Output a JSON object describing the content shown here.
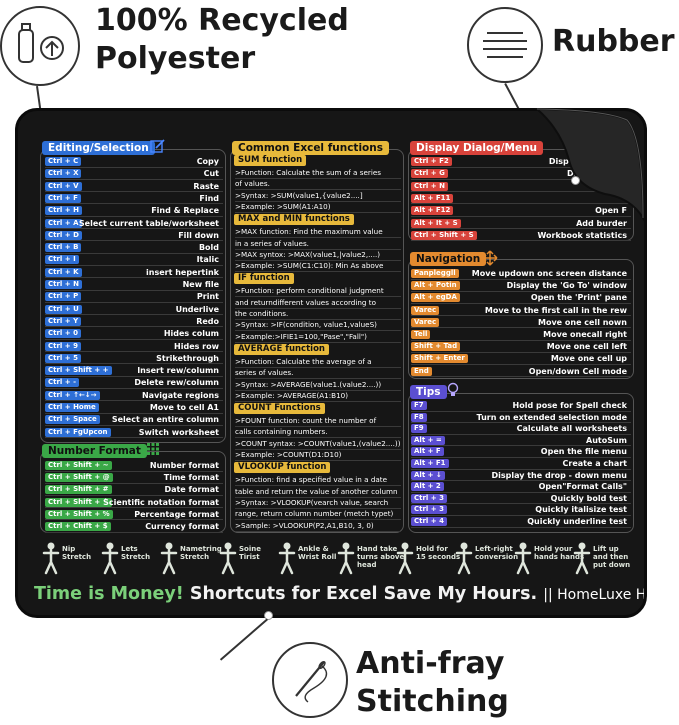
{
  "callouts": {
    "recycled": "100% Recycled\nPolyester",
    "rubber": "Rubber",
    "stitch": "Anti-fray\nStitching"
  },
  "editing": {
    "title": "Editing/Selection",
    "rows": [
      [
        "Ctrl + C",
        "Copy"
      ],
      [
        "Ctrl + X",
        "Cut"
      ],
      [
        "Ctrl + V",
        "Raste"
      ],
      [
        "Ctrl + F",
        "Find"
      ],
      [
        "Ctrl + H",
        "Find & Replace"
      ],
      [
        "Ctrl + A",
        "Select current table/worksheet"
      ],
      [
        "Ctrl + D",
        "Fill down"
      ],
      [
        "Ctrl + B",
        "Bold"
      ],
      [
        "Ctrl + I",
        "Italic"
      ],
      [
        "Ctrl + K",
        "insert hepertink"
      ],
      [
        "Ctrl + N",
        "New file"
      ],
      [
        "Ctrl + P",
        "Print"
      ],
      [
        "Ctrl + U",
        "Underlive"
      ],
      [
        "Ctrl + Y",
        "Redo"
      ],
      [
        "Ctrl + 0",
        "Hides colum"
      ],
      [
        "Ctrl + 9",
        "Hides row"
      ],
      [
        "Ctrl + 5",
        "Strikethrough"
      ],
      [
        "Ctrl + Shift + +",
        "Insert rew/column"
      ],
      [
        "Ctrl + -",
        "Delete rew/column"
      ],
      [
        "Ctrl + ↑←↓→",
        "Navigate regions"
      ],
      [
        "Ctrl + Home",
        "Move to cell A1"
      ],
      [
        "Ctrl + Space",
        "Select an entire column"
      ],
      [
        "Ctrl + FgUpcon",
        "Switch worksheet"
      ]
    ]
  },
  "number": {
    "title": "Number Format",
    "rows": [
      [
        "Ctrl + Shift + ~",
        "Number format"
      ],
      [
        "Ctrl + Shift + @",
        "Time format"
      ],
      [
        "Ctrl + Shift + #",
        "Date format"
      ],
      [
        "Ctrl + Shift + ^",
        "Scientific notation format"
      ],
      [
        "Ctrl + Shift + %",
        "Percentage format"
      ],
      [
        "Ctrl + Chift + $",
        "Currency format"
      ]
    ]
  },
  "common": {
    "title": "Common Excel functions",
    "sections": [
      {
        "t": "SUM function",
        "l": [
          ">Function: Calculate the sum of a series",
          "of values.",
          ">Syntax: >SUM(value1,{value2....]",
          ">Example: >SUM(A1:A10)"
        ]
      },
      {
        "t": "MAX and MIN functions",
        "l": [
          ">MAX function: Find the maximum value",
          "in a series of values.",
          ">MAX syntox: >MAX(value1,|value2,....)",
          ">Example: >SUM(C1:C10): Min As above"
        ]
      },
      {
        "t": "IF function",
        "l": [
          ">Function: perform conditional judgment",
          "and returndifferent values according to",
          "the conditions.",
          ">Syntax: >IF(condition, value1,valueS)",
          ">Example:>IFIE1=100,\"Pase\",\"Fall\")"
        ]
      },
      {
        "t": "AVERAGE function",
        "l": [
          ">Function: Calculate the average of a",
          "series of values.",
          ">Syntax: >AVERAGE(value1.(value2....))",
          ">Example: >AVERAGE(A1:B10)"
        ]
      },
      {
        "t": "COUNT Functions",
        "l": [
          ">FOUNT function: count the number of",
          "calls containing numbers.",
          ">COUNT syntax: >COUNT(value1,(value2....))",
          ">Example: >COUNT(D1:D10)"
        ]
      },
      {
        "t": "VLOOKUP function",
        "l": [
          ">Function: find a specified value in a date",
          "table and return the value of another column",
          ">Syntax: >VLOOKUP(vearch value, search",
          "range, return column number (metch typet)",
          ">Sample: >VLOOKUP(P2,A1,B10, 3, 0)"
        ]
      }
    ]
  },
  "display": {
    "title": "Display Dialog/Menu",
    "rows": [
      [
        "Ctrl + F2",
        "Display extended"
      ],
      [
        "Ctrl + G",
        "Display quick"
      ],
      [
        "Ctrl + N",
        ""
      ],
      [
        "Alt + F11",
        ""
      ],
      [
        "Alt + F12",
        "Open F"
      ],
      [
        "Alt + It + S",
        "Add burder"
      ],
      [
        "Ctrl + Shift + S",
        "Workbook statistics"
      ]
    ]
  },
  "navigation": {
    "title": "Navigation",
    "rows": [
      [
        "Panpleggll",
        "Move updown onc screen distance"
      ],
      [
        "Alt + Potin",
        "Display the 'Go To' window"
      ],
      [
        "Alt + egDA",
        "Open the 'Print' pane"
      ],
      [
        "Varec",
        "Move to the first call in the rew"
      ],
      [
        "Varec",
        "Move one cell nown"
      ],
      [
        "Tell",
        "Move onecall right"
      ],
      [
        "Shift + Tad",
        "Move one cell left"
      ],
      [
        "Shift + Enter",
        "Move one cell up"
      ],
      [
        "End",
        "Open/down Cell mode"
      ]
    ]
  },
  "tips": {
    "title": "Tips",
    "rows": [
      [
        "F7",
        "Hold pose for Spell check"
      ],
      [
        "F8",
        "Turn on extended selection mode"
      ],
      [
        "F9",
        "Calculate all worksheets"
      ],
      [
        "Alt + =",
        "AutoSum"
      ],
      [
        "Alt + F",
        "Open the file menu"
      ],
      [
        "Alt + F1",
        "Create a chart"
      ],
      [
        "Alt + ↓",
        "Display the drop - down menu"
      ],
      [
        "Alt + 2",
        "Open\"Format Calls\""
      ],
      [
        "Ctrl + 3",
        "Quickly bold test"
      ],
      [
        "Ctrl + 3",
        "Quickly italisize test"
      ],
      [
        "Ctrl + 4",
        "Quickly underline test"
      ]
    ]
  },
  "stretches": [
    "Nip\nStretch",
    "Lets\nStretch",
    "Nametring\nStretch",
    "Soine\nTirist",
    "Ankle &\nWrist Roll",
    "Hand take\nturns above\nhead",
    "Hold for\n15 seconds",
    "Left-right\nconversion",
    "Hold your\nhands hands",
    "Lift up\nand then\nput down"
  ],
  "slogan": {
    "green": "Time is Money!",
    "white": "Shortcuts for Excel Save My Hours.",
    "brand": "|| HomeLuxe H"
  },
  "colors": {
    "blue": "#2e6fd6",
    "green": "#3aa847",
    "yellow": "#e7b93b",
    "red": "#d8433b",
    "orange": "#e38a2f",
    "violet": "#5b4fd1"
  }
}
